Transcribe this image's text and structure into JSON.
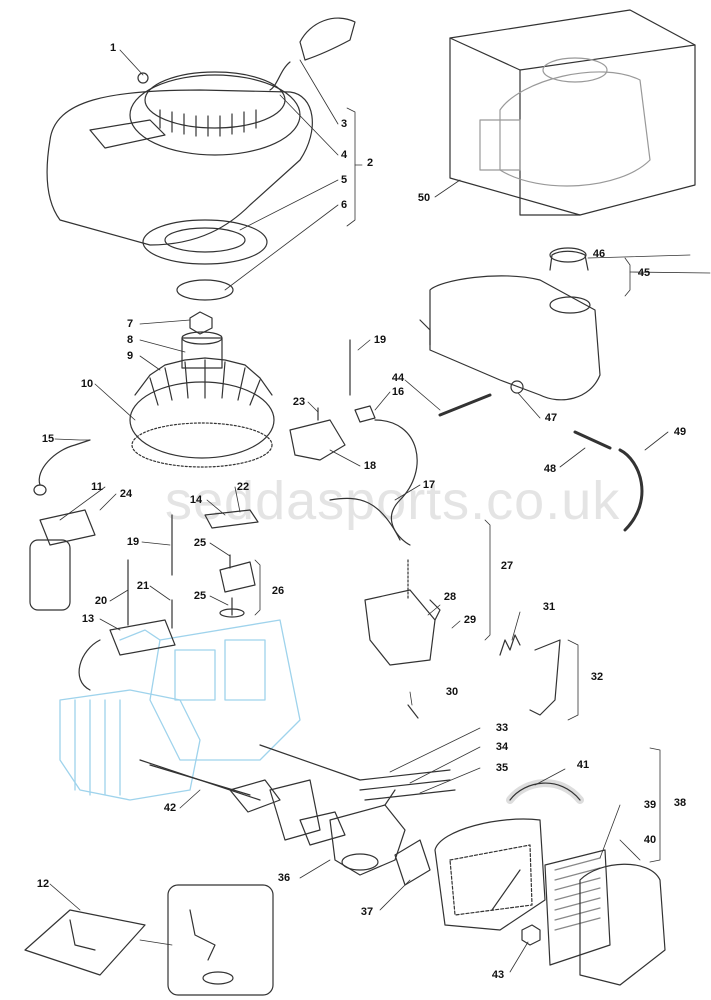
{
  "watermark": "seddasports.co.uk",
  "accent_outline": "#9fd3ec",
  "labels": [
    "1",
    "2",
    "3",
    "4",
    "5",
    "6",
    "7",
    "8",
    "9",
    "10",
    "11",
    "12",
    "13",
    "14",
    "15",
    "16",
    "17",
    "18",
    "19",
    "19",
    "20",
    "21",
    "22",
    "23",
    "24",
    "25",
    "25",
    "26",
    "27",
    "28",
    "29",
    "30",
    "31",
    "32",
    "33",
    "34",
    "35",
    "36",
    "37",
    "38",
    "39",
    "40",
    "41",
    "42",
    "43",
    "44",
    "45",
    "46",
    "47",
    "48",
    "49",
    "50"
  ]
}
